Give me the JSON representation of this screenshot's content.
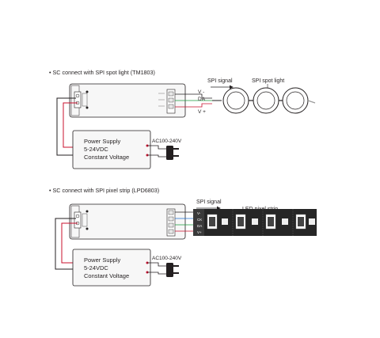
{
  "section1": {
    "heading": "SC connect with SPI spot light (TM1803)",
    "signal_label": "SPI signal",
    "device_label": "SPI spot light",
    "pin_minus": "V -",
    "pin_data": "DA",
    "pin_plus": "V +"
  },
  "section2": {
    "heading": "SC connect with SPI pixel strip (LPD6803)",
    "signal_label": "SPI signal",
    "device_label": "LED pixel strip",
    "pins": [
      "V-",
      "CK",
      "DA",
      "V+"
    ]
  },
  "power_supply": {
    "line1": "Power Supply",
    "line2": "5-24VDC",
    "line3": "Constant Voltage",
    "ac_label": "AC100-240V"
  },
  "colors": {
    "wire": "#c8102e",
    "wire_dark": "#231f20",
    "signal_green": "#1a9a3c",
    "signal_blue": "#1f6fd1",
    "box": "#f7f7f7",
    "strip": "#262626"
  }
}
